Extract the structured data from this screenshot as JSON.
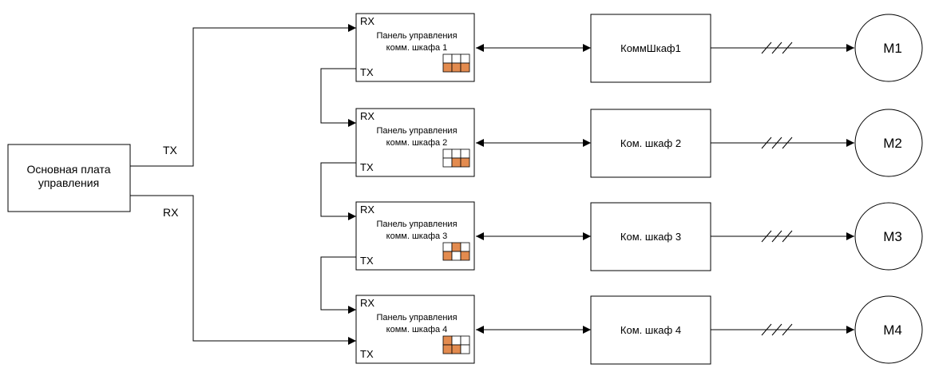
{
  "main_board": {
    "label_line1": "Основная плата",
    "label_line2": "управления"
  },
  "main_tx": "TX",
  "main_rx": "RX",
  "panels": [
    {
      "rx": "RX",
      "tx": "TX",
      "line1": "Панель управления",
      "line2": "комм. шкафа 1",
      "cells": [
        [
          0,
          0,
          0
        ],
        [
          1,
          1,
          1
        ]
      ]
    },
    {
      "rx": "RX",
      "tx": "TX",
      "line1": "Панель управления",
      "line2": "комм. шкафа 2",
      "cells": [
        [
          0,
          0,
          0
        ],
        [
          0,
          1,
          1
        ]
      ]
    },
    {
      "rx": "RX",
      "tx": "TX",
      "line1": "Панель управления",
      "line2": "комм. шкафа 3",
      "cells": [
        [
          0,
          1,
          0
        ],
        [
          1,
          0,
          1
        ]
      ]
    },
    {
      "rx": "RX",
      "tx": "TX",
      "line1": "Панель управления",
      "line2": "комм. шкафа 4",
      "cells": [
        [
          1,
          0,
          0
        ],
        [
          1,
          1,
          0
        ]
      ]
    }
  ],
  "cabinets": [
    "КоммШкаф1",
    "Ком. шкаф 2",
    "Ком. шкаф 3",
    "Ком. шкаф 4"
  ],
  "motors": [
    "M1",
    "M2",
    "M3",
    "M4"
  ],
  "colors": {
    "indicator_on": "#E38B4F",
    "line": "#000000"
  }
}
